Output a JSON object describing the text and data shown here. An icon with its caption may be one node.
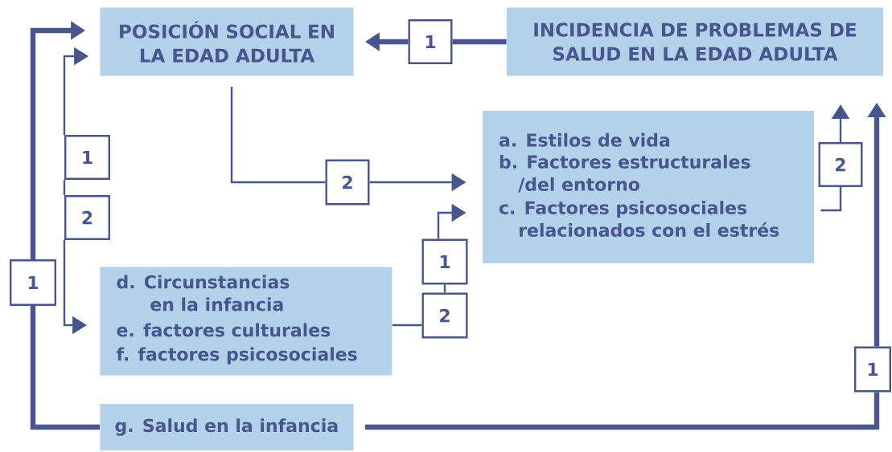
{
  "diagram": {
    "nodes": [
      {
        "text": [
          "POSICIÓN SOCIAL EN LA EDAD ADULTA"
        ]
      },
      {
        "text": [
          "1"
        ]
      },
      {
        "text": [
          "INCIDENCIA DE PROBLEMAS DE SALUD EN LA EDAD ADULTA"
        ]
      },
      {
        "text": [
          "a. Estilos de vida",
          "b. Factores estructurales /del entorno",
          "c. Factores psicosociales relacionados con el estrés"
        ]
      },
      {
        "text": [
          "1"
        ]
      },
      {
        "text": [
          "2"
        ]
      },
      {
        "text": [
          "2"
        ]
      },
      {
        "text": [
          "2"
        ]
      },
      {
        "text": [
          "1"
        ]
      },
      {
        "text": [
          "1"
        ]
      },
      {
        "text": [
          "d. Circunstancias en la infancia",
          "e. factores culturales",
          "f. factores psicosociales"
        ]
      },
      {
        "text": [
          "2"
        ]
      },
      {
        "text": [
          "1"
        ]
      },
      {
        "text": [
          "g. Salud en la infancia"
        ]
      }
    ],
    "edges": [
      {
        "from": 2,
        "to": 1,
        "arrow": "none",
        "style": "thick"
      },
      {
        "from": 1,
        "to": 0,
        "arrow": "to",
        "style": "thick"
      },
      {
        "from": 0,
        "to": 5,
        "arrow": "none"
      },
      {
        "from": 5,
        "to": 3,
        "arrow": "to"
      },
      {
        "from": 3,
        "to": 6,
        "arrow": "none"
      },
      {
        "from": 6,
        "to": null,
        "arrow": "to"
      },
      {
        "from": 4,
        "to": 0,
        "arrow": "to"
      },
      {
        "from": 4,
        "to": 7,
        "arrow": "none"
      },
      {
        "from": 7,
        "to": 10,
        "arrow": "to"
      },
      {
        "from": 10,
        "to": 11,
        "arrow": "none"
      },
      {
        "from": 11,
        "to": 8,
        "arrow": "none"
      },
      {
        "from": 8,
        "to": 3,
        "arrow": "to"
      },
      {
        "from": 13,
        "to": 9,
        "arrow": "none",
        "style": "thick"
      },
      {
        "from": 9,
        "to": 0,
        "arrow": "to",
        "style": "thick"
      },
      {
        "from": 13,
        "to": 12,
        "arrow": "none",
        "style": "thick"
      },
      {
        "from": 12,
        "to": 2,
        "arrow": "to",
        "style": "thick"
      }
    ]
  }
}
